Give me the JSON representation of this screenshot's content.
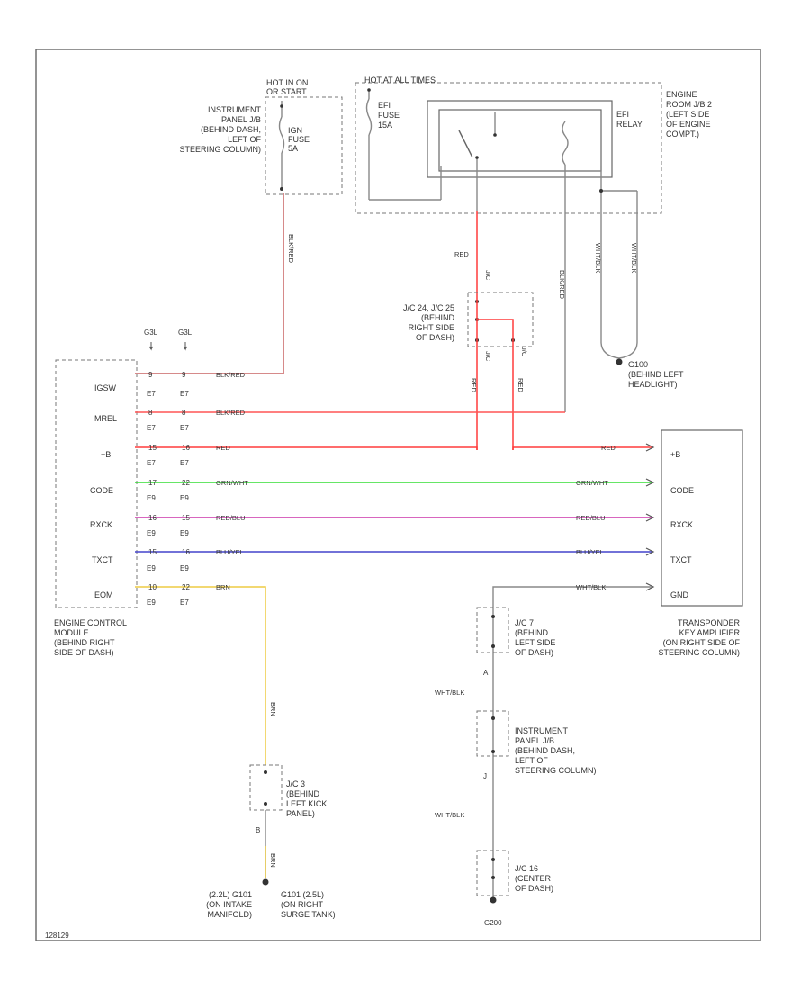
{
  "colors": {
    "red": "#ff3b3b",
    "green": "#33dd33",
    "magenta": "#cc33aa",
    "blue": "#4444cc",
    "yellow": "#eecc44",
    "gray": "#888888",
    "red_gray": "#c86464"
  },
  "source_blocks": {
    "hot_on": [
      "HOT IN ON",
      "OR START"
    ],
    "hot_always": "HOT AT ALL TIMES",
    "ign_fuse": [
      "IGN",
      "FUSE",
      "5A"
    ],
    "efi_fuse": [
      "EFI",
      "FUSE",
      "15A"
    ],
    "efi_relay": [
      "EFI",
      "RELAY"
    ],
    "ip_jb_top": [
      "INSTRUMENT",
      "PANEL J/B",
      "(BEHIND DASH,",
      "LEFT OF",
      "STEERING COLUMN)"
    ],
    "engine_room_jb": [
      "ENGINE",
      "ROOM J/B 2",
      "(LEFT SIDE",
      "OF ENGINE",
      "COMPT.)"
    ]
  },
  "junctions": {
    "jc24": [
      "J/C 24, J/C 25",
      "(BEHIND",
      "RIGHT SIDE",
      "OF DASH)"
    ],
    "jc24_pins": [
      "J/C",
      "J/C",
      "J/C"
    ],
    "g100": [
      "G100",
      "(BEHIND LEFT",
      "HEADLIGHT)"
    ],
    "jc7": [
      "J/C 7",
      "(BEHIND",
      "LEFT SIDE",
      "OF DASH)"
    ],
    "ip_jb_bottom": [
      "INSTRUMENT",
      "PANEL J/B",
      "(BEHIND DASH,",
      "LEFT OF",
      "STEERING COLUMN)"
    ],
    "jc3": [
      "J/C 3",
      "(BEHIND",
      "LEFT KICK",
      "PANEL)"
    ],
    "jc16": [
      "J/C 16",
      "(CENTER",
      "OF DASH)"
    ]
  },
  "wire_labels": {
    "red": "RED",
    "blk_red_top": "BLK/RED",
    "blk_red_right": "BLK/RED",
    "wht_blk_1": "WHT/BLK",
    "wht_blk_2": "WHT/BLK",
    "red_left": "RED",
    "red_right": "RED",
    "brn_vertical": "BRN",
    "brn_bottom": "BRN",
    "wht_blk_a": "WHT/BLK",
    "wht_blk_b": "WHT/BLK",
    "pin_a": "A",
    "pin_j": "J",
    "pin_b": "B"
  },
  "ecm": {
    "header_left": "G3L",
    "header_right": "G3L",
    "name": [
      "ENGINE CONTROL",
      "MODULE",
      "(BEHIND RIGHT",
      "SIDE OF DASH)"
    ],
    "rows": [
      {
        "name": "IGSW",
        "pin_a": "9",
        "pin_b": "9",
        "conn_a": "E7",
        "conn_b": "E7",
        "wire": "BLK/RED"
      },
      {
        "name": "MREL",
        "pin_a": "8",
        "pin_b": "8",
        "conn_a": "E7",
        "conn_b": "E7",
        "wire": "BLK/RED"
      },
      {
        "name": "+B",
        "pin_a": "15",
        "pin_b": "16",
        "conn_a": "E7",
        "conn_b": "E7",
        "wire": "RED",
        "wire_right": "RED"
      },
      {
        "name": "CODE",
        "pin_a": "17",
        "pin_b": "22",
        "conn_a": "E9",
        "conn_b": "E9",
        "wire": "GRN/WHT",
        "wire_right": "GRN/WHT"
      },
      {
        "name": "RXCK",
        "pin_a": "16",
        "pin_b": "15",
        "conn_a": "E9",
        "conn_b": "E9",
        "wire": "RED/BLU",
        "wire_right": "RED/BLU"
      },
      {
        "name": "TXCT",
        "pin_a": "15",
        "pin_b": "16",
        "conn_a": "E9",
        "conn_b": "E9",
        "wire": "BLU/YEL",
        "wire_right": "BLU/YEL"
      },
      {
        "name": "EOM",
        "pin_a": "10",
        "pin_b": "22",
        "conn_a": "E9",
        "conn_b": "E7",
        "wire": "BRN"
      }
    ]
  },
  "amplifier": {
    "pins": [
      "+B",
      "CODE",
      "RXCK",
      "TXCT",
      "GND"
    ],
    "wire_gnd": "WHT/BLK",
    "name": [
      "TRANSPONDER",
      "KEY AMPLIFIER",
      "(ON RIGHT SIDE OF",
      "STEERING COLUMN)"
    ]
  },
  "grounds": {
    "left": [
      "(2.2L) G101",
      "(ON INTAKE",
      "MANIFOLD)"
    ],
    "middle": [
      "G101 (2.5L)",
      "(ON RIGHT",
      "SURGE TANK)"
    ],
    "right": "G200"
  },
  "footer_code": "128129"
}
